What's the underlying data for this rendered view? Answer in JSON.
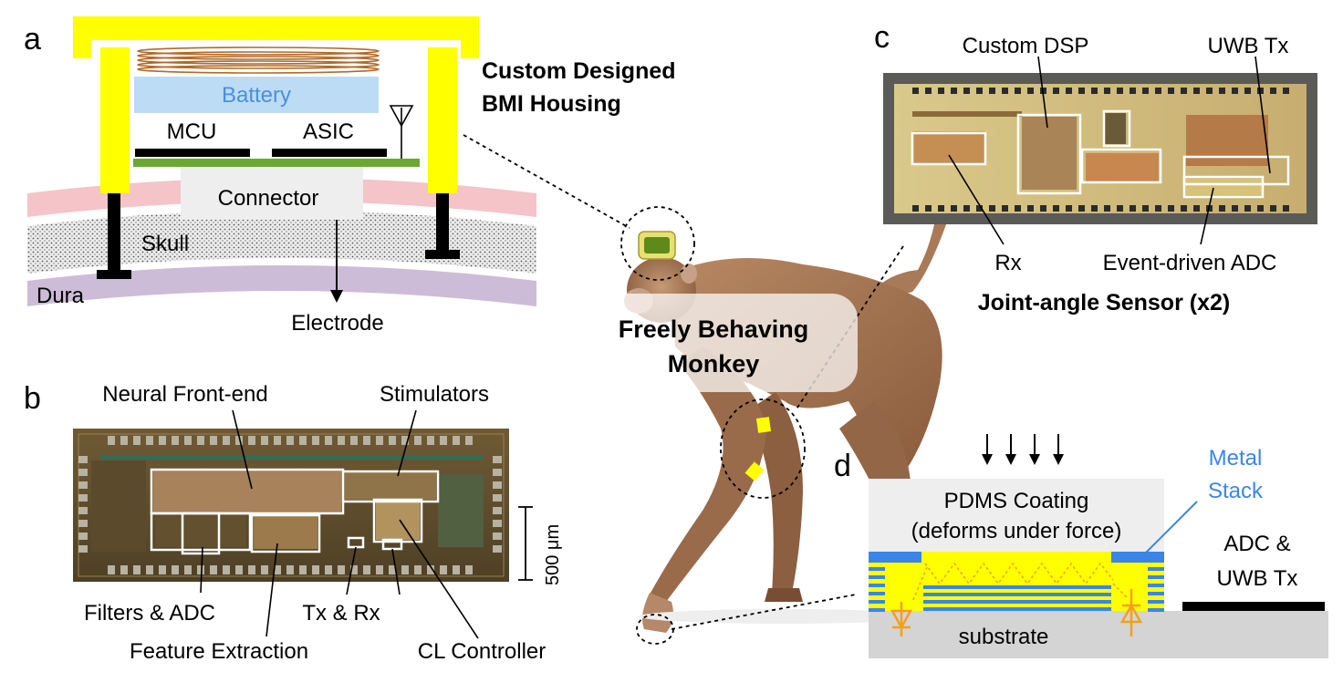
{
  "panels": {
    "a": {
      "letter": "a",
      "battery": "Battery",
      "mcu": "MCU",
      "asic": "ASIC",
      "connector": "Connector",
      "skull": "Skull",
      "dura": "Dura",
      "electrode": "Electrode",
      "housing_line1": "Custom Designed",
      "housing_line2": "BMI Housing"
    },
    "b": {
      "letter": "b",
      "neural_frontend": "Neural Front-end",
      "stimulators": "Stimulators",
      "filters_adc": "Filters & ADC",
      "feature_extraction": "Feature Extraction",
      "tx_rx": "Tx & Rx",
      "cl_controller": "CL Controller",
      "scale_bar": "500 μm"
    },
    "c": {
      "letter": "c",
      "custom_dsp": "Custom DSP",
      "uwb_tx": "UWB Tx",
      "rx": "Rx",
      "event_adc": "Event-driven ADC",
      "sensor_title": "Joint-angle Sensor (x2)"
    },
    "center": {
      "line1": "Freely Behaving",
      "line2": "Monkey"
    },
    "d": {
      "letter": "d",
      "pdms_line1": "PDMS Coating",
      "pdms_line2": "(deforms under force)",
      "metal_line1": "Metal",
      "metal_line2": "Stack",
      "adc_line1": "ADC &",
      "adc_line2": "UWB Tx",
      "substrate": "substrate"
    }
  },
  "colors": {
    "housing_yellow": "#ffff00",
    "battery_blue": "#bcdcf6",
    "battery_text": "#4a8fe0",
    "pcb_green": "#6aa832",
    "skin_pink": "#f4c4c8",
    "dura_purple": "#cdbcd8",
    "coil_copper": "#b06a2a",
    "metal_blue": "#3a86e8",
    "diode_orange": "#f0a020",
    "chip_gold": "#c9a96a"
  }
}
